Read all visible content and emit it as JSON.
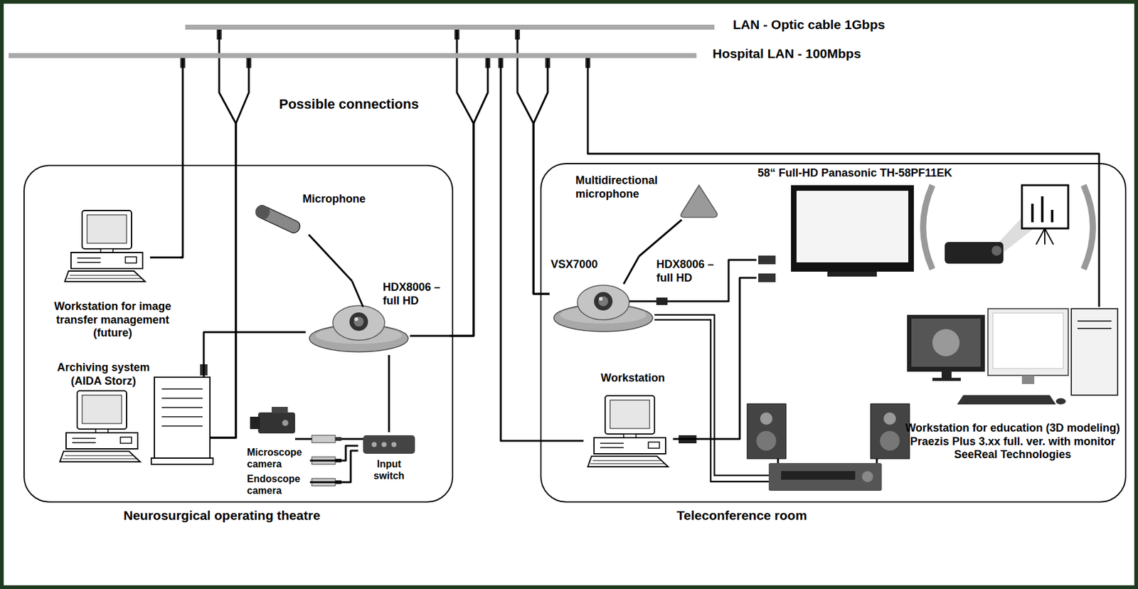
{
  "diagram": {
    "nodes": [
      {
        "text": [
          "LAN - Optic cable 1Gbps"
        ]
      },
      {
        "text": [
          "Hospital LAN - 100Mbps"
        ]
      },
      {
        "text": [
          "Neurosurgical operating theatre"
        ]
      },
      {
        "text": [
          "Workstation for image transfer management (future)"
        ],
        "in": 2
      },
      {
        "text": [
          "Archiving system (AIDA Storz)"
        ],
        "in": 2
      },
      {
        "text": [
          "Microphone"
        ],
        "in": 2
      },
      {
        "text": [
          "HDX8006 – full HD"
        ],
        "in": 2
      },
      {
        "text": [
          "Microscope camera"
        ],
        "in": 2
      },
      {
        "text": [
          "Endoscope camera"
        ],
        "in": 2
      },
      {
        "text": [
          "Input switch"
        ],
        "in": 2
      },
      {
        "text": [
          "Teleconference room"
        ]
      },
      {
        "text": [
          "Multidirectional microphone"
        ],
        "in": 10
      },
      {
        "text": [
          "VSX7000",
          "HDX8006 – full HD"
        ],
        "in": 10
      },
      {
        "text": [
          "58“ Full-HD Panasonic TH-58PF11EK"
        ],
        "in": 10
      },
      {
        "text": [
          "Workstation"
        ],
        "in": 10
      },
      {
        "text": [
          "Workstation for education (3D modeling) Praezis Plus 3.xx full. ver. with monitor SeeReal Technologies"
        ],
        "in": 10
      }
    ],
    "edges": [
      {
        "from": 3,
        "to": 1,
        "arrow": "none"
      },
      {
        "from": 4,
        "to": 0,
        "arrow": "none"
      },
      {
        "from": 4,
        "to": 1,
        "arrow": "none"
      },
      {
        "from": 5,
        "to": 6,
        "arrow": "none"
      },
      {
        "from": 7,
        "to": 9,
        "arrow": "none"
      },
      {
        "from": 8,
        "to": 9,
        "arrow": "none"
      },
      {
        "from": 9,
        "to": 6,
        "arrow": "none"
      },
      {
        "from": 6,
        "to": 0,
        "arrow": "none"
      },
      {
        "from": 6,
        "to": 1,
        "arrow": "none"
      },
      {
        "from": 11,
        "to": 12,
        "arrow": "none"
      },
      {
        "from": 12,
        "to": 0,
        "arrow": "none"
      },
      {
        "from": 12,
        "to": 1,
        "arrow": "none"
      },
      {
        "from": 14,
        "to": 1,
        "arrow": "none"
      },
      {
        "from": 15,
        "to": 1,
        "arrow": "none"
      },
      {
        "from": 12,
        "to": 13,
        "arrow": "none"
      },
      {
        "from": 14,
        "to": 13,
        "arrow": "none"
      },
      {
        "from": 6,
        "to": 4,
        "arrow": "none"
      }
    ],
    "labels": [
      "Possible connections"
    ]
  }
}
